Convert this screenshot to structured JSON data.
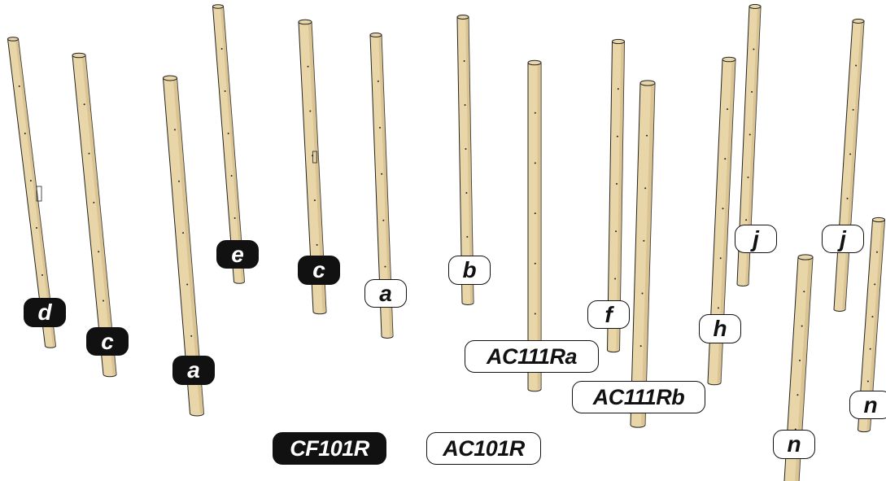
{
  "colors": {
    "post_fill": "#e8d5a8",
    "post_shade": "#cdb684",
    "outline": "#222222",
    "label_dark_bg": "#111111",
    "label_light_bg": "#ffffff"
  },
  "posts": [
    {
      "name": "post-d"
    },
    {
      "name": "post-c-left"
    },
    {
      "name": "post-a-left"
    },
    {
      "name": "post-e"
    },
    {
      "name": "post-c-middle"
    },
    {
      "name": "post-a-middle"
    },
    {
      "name": "post-b"
    },
    {
      "name": "post-ac111ra"
    },
    {
      "name": "post-f"
    },
    {
      "name": "post-ac111rb"
    },
    {
      "name": "post-h"
    },
    {
      "name": "post-j-left"
    },
    {
      "name": "post-j-right"
    },
    {
      "name": "post-n-middle"
    },
    {
      "name": "post-n-right"
    }
  ],
  "labels": {
    "d": "d",
    "c_left": "c",
    "a_left": "a",
    "e": "e",
    "c_mid": "c",
    "a_mid": "a",
    "b": "b",
    "f": "f",
    "h": "h",
    "j_left": "j",
    "j_right": "j",
    "n_mid": "n",
    "n_right": "n",
    "ac111ra": "AC111Ra",
    "ac111rb": "AC111Rb",
    "cf101r": "CF101R",
    "ac101r": "AC101R"
  }
}
